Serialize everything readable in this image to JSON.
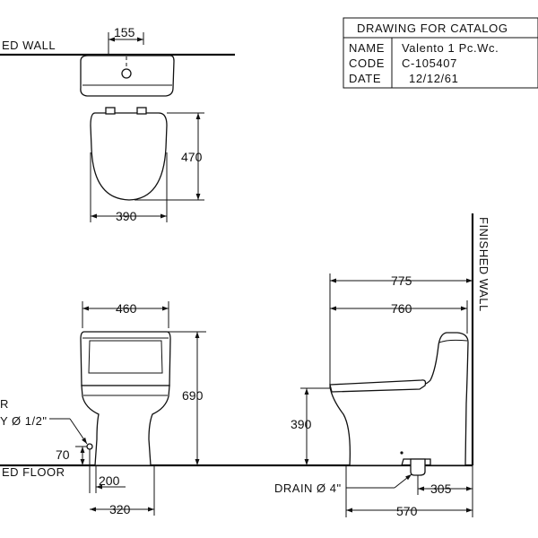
{
  "title_block": {
    "heading": "DRAWING FOR CATALOG",
    "name_label": "NAME",
    "name_value": "Valento 1 Pc.Wc.",
    "code_label": "CODE",
    "code_value": "C-105407",
    "date_label": "DATE",
    "date_value": "12/12/61"
  },
  "labels": {
    "finished_wall_top": "ED WALL",
    "finished_wall_side": "FINISHED WALL",
    "finished_floor": "ED FLOOR",
    "supply_line1": "R",
    "supply_line2": "Y Ø 1/2\"",
    "drain": "DRAIN Ø 4\""
  },
  "dimensions": {
    "top_offset": "155",
    "top_depth": "470",
    "top_width": "390",
    "front_width": "460",
    "front_height": "690",
    "supply_height": "70",
    "front_base_inner": "200",
    "front_base_outer": "320",
    "side_overall_length": "775",
    "side_body_length": "760",
    "side_seat_height": "390",
    "side_drain_offset": "305",
    "side_base_length": "570"
  }
}
